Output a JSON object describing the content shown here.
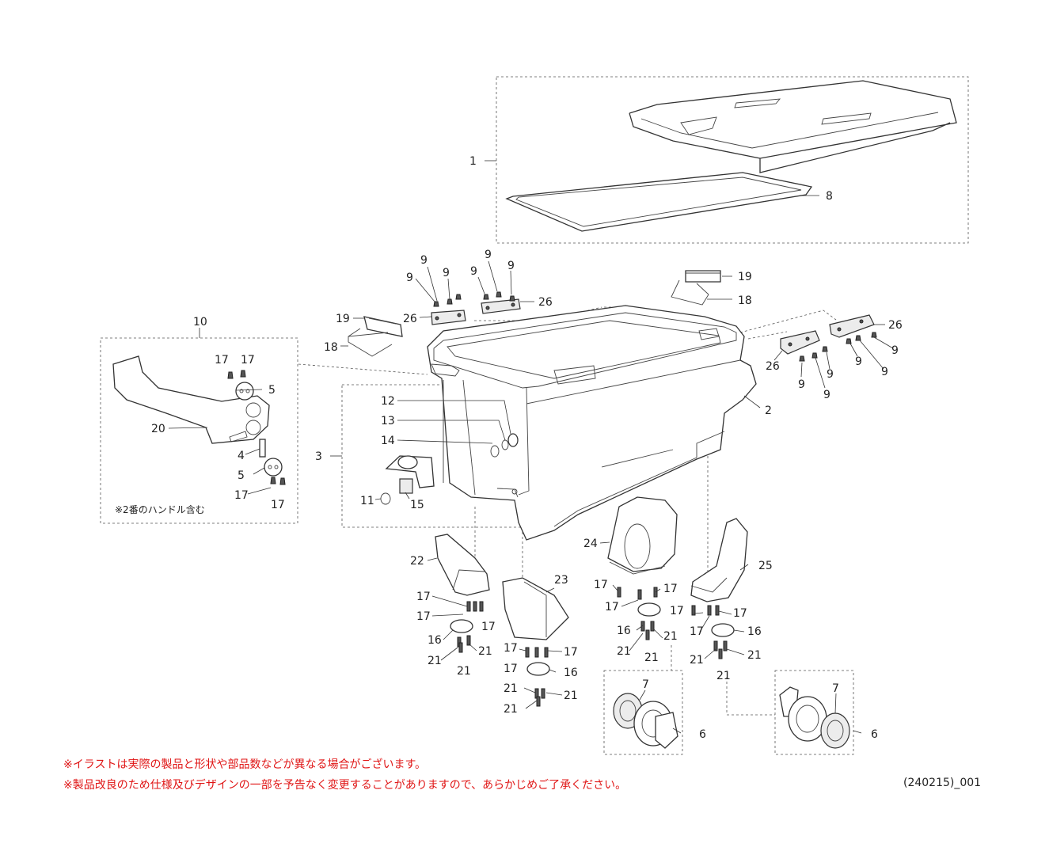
{
  "labels": {
    "p1": "1",
    "p8": "8",
    "p2": "2",
    "p3": "3",
    "p10": "10",
    "p19a": "19",
    "p18a": "18",
    "p19b": "19",
    "p18b": "18",
    "p26a": "26",
    "p26b": "26",
    "p26c": "26",
    "p26d": "26",
    "p9a": "9",
    "p9b": "9",
    "p9c": "9",
    "p9d": "9",
    "p9e": "9",
    "p9f": "9",
    "p9g": "9",
    "p9h": "9",
    "p9i": "9",
    "p9j": "9",
    "p9k": "9",
    "p9l": "9",
    "p17a": "17",
    "p17b": "17",
    "p5a": "5",
    "p20": "20",
    "p4": "4",
    "p5b": "5",
    "p17c": "17",
    "p17d": "17",
    "p12": "12",
    "p13": "13",
    "p14": "14",
    "p11": "11",
    "p15": "15",
    "p22": "22",
    "p23": "23",
    "p24": "24",
    "p25": "25",
    "p17e": "17",
    "p17f": "17",
    "p17g": "17",
    "p16a": "16",
    "p21a": "21",
    "p21b": "21",
    "p21c": "21",
    "p17h": "17",
    "p17i": "17",
    "p17j": "17",
    "p16b": "16",
    "p21d": "21",
    "p21e": "21",
    "p21f": "21",
    "p17k": "17",
    "p17l": "17",
    "p17m": "17",
    "p16c": "16",
    "p21g": "21",
    "p21h": "21",
    "p17n": "17",
    "p17o": "17",
    "p17p": "17",
    "p16d": "16",
    "p21i": "21",
    "p21j": "21",
    "p21k": "21",
    "p7a": "7",
    "p6a": "6",
    "p7b": "7",
    "p6b": "6"
  },
  "handle_note": "※2番のハンドル含む",
  "notes": [
    "※イラストは実際の製品と形状や部品数などが異なる場合がございます。",
    "※製品改良のため仕様及びデザインの一部を予告なく変更することがありますので、あらかじめご了承ください。"
  ],
  "code": "(240215)_001",
  "colors": {
    "note_text": "#e01515",
    "line": "#333333"
  }
}
